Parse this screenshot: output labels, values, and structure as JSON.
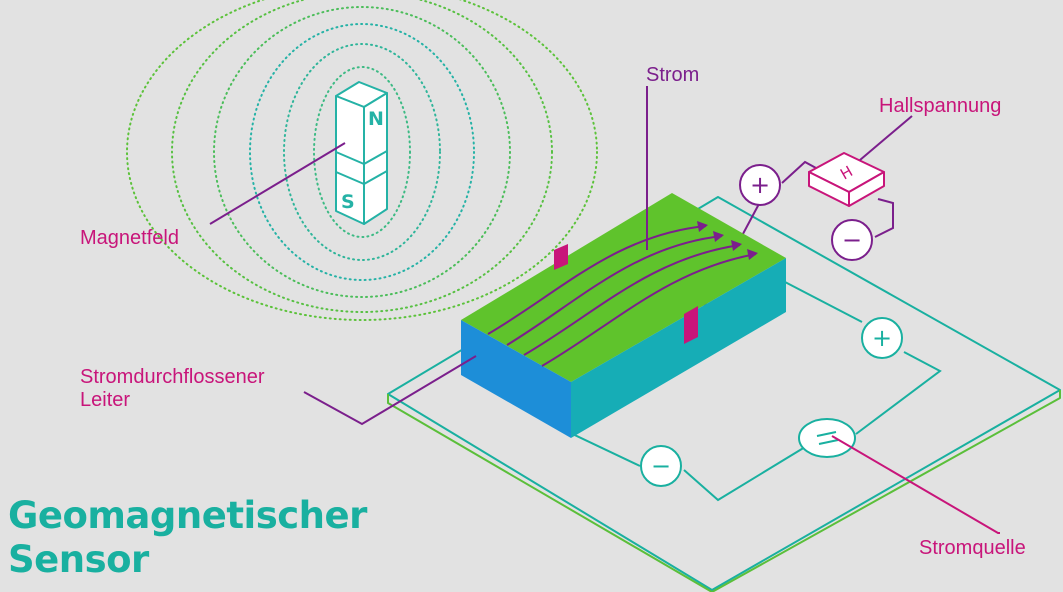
{
  "title": {
    "line1": "Geomagnetischer",
    "line2": "Sensor"
  },
  "labels": {
    "strom": "Strom",
    "hallspannung": "Hallspannung",
    "magnetfeld": "Magnetfeld",
    "leiter_line1": "Stromdurchflossener",
    "leiter_line2": "Leiter",
    "stromquelle": "Stromquelle"
  },
  "magnet": {
    "north": "N",
    "south": "S"
  },
  "hall_sensor_letter": "H",
  "terminals": {
    "plus": "+",
    "minus": "−"
  },
  "colors": {
    "background": "#e2e2e2",
    "magenta": "#c8157a",
    "purple": "#7b1f8c",
    "teal": "#19b0a0",
    "green": "#5bbf3a",
    "block_top": "#5fc32c",
    "block_front": "#1d8ed8",
    "block_side": "#16adb6"
  }
}
